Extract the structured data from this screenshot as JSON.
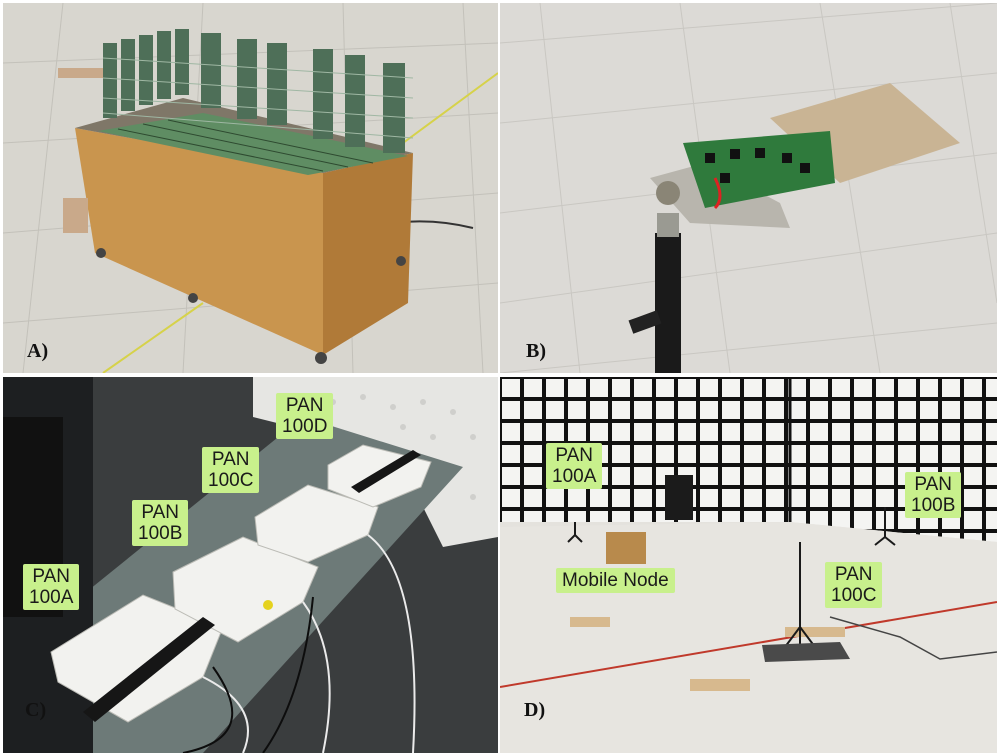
{
  "panels": {
    "a": {
      "label": "A)"
    },
    "b": {
      "label": "B)"
    },
    "c": {
      "label": "C)",
      "tags": {
        "pan100a": {
          "line1": "PAN",
          "line2": "100A"
        },
        "pan100b": {
          "line1": "PAN",
          "line2": "100B"
        },
        "pan100c": {
          "line1": "PAN",
          "line2": "100C"
        },
        "pan100d": {
          "line1": "PAN",
          "line2": "100D"
        }
      }
    },
    "d": {
      "label": "D)",
      "tags": {
        "pan100a": {
          "line1": "PAN",
          "line2": "100A"
        },
        "pan100b": {
          "line1": "PAN",
          "line2": "100B"
        },
        "pan100c": {
          "line1": "PAN",
          "line2": "100C"
        },
        "mobile": "Mobile Node"
      }
    }
  }
}
